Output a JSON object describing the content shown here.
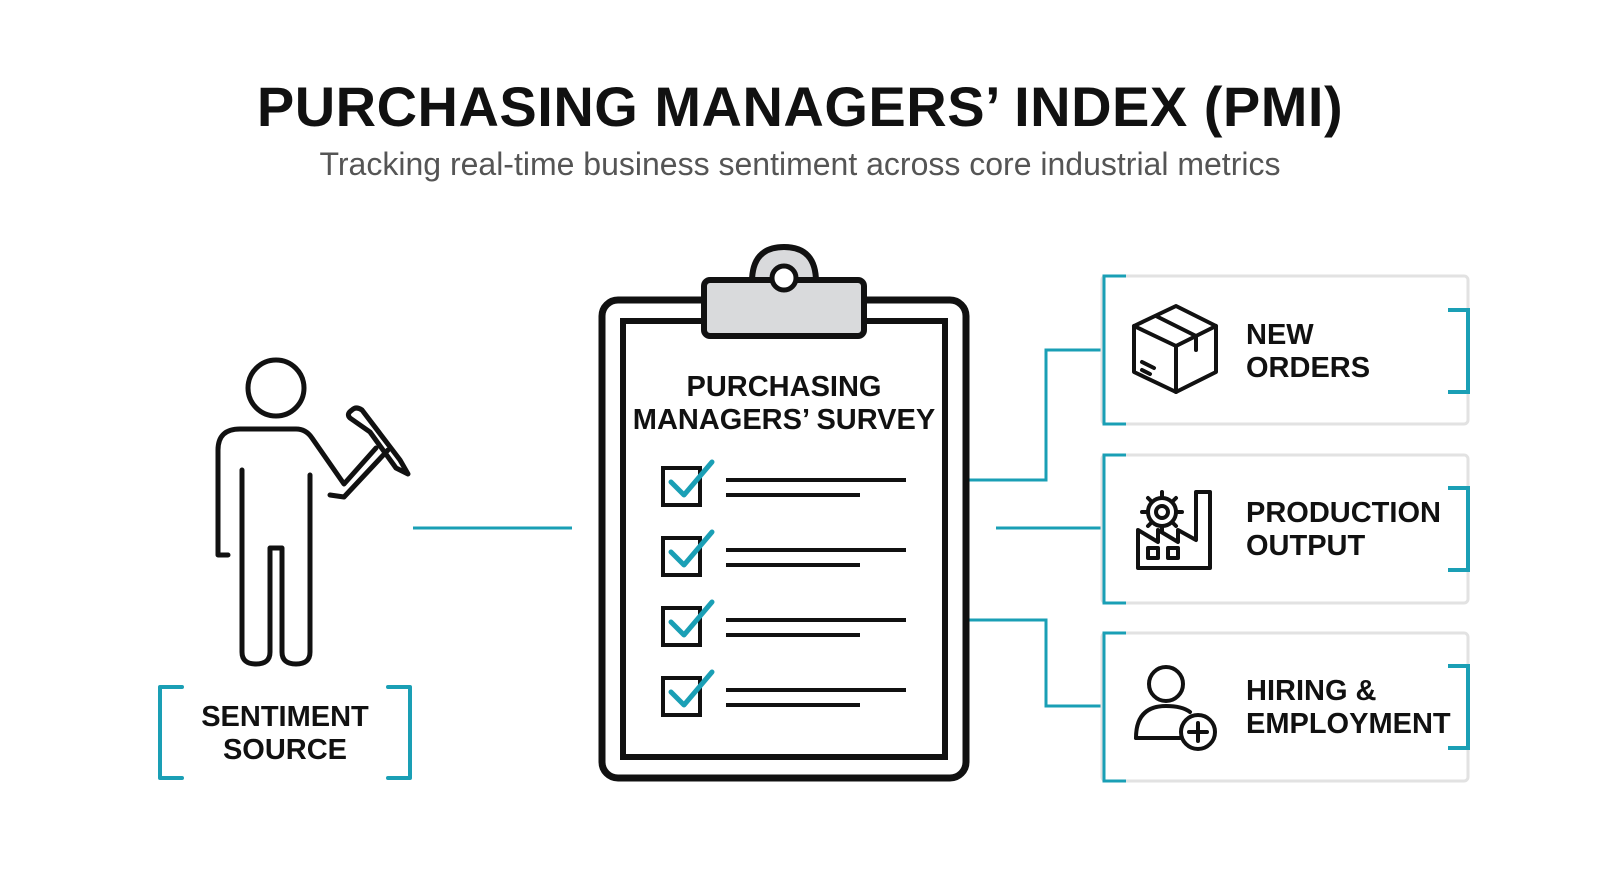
{
  "header": {
    "title": "PURCHASING MANAGERS’ INDEX (PMI)",
    "subtitle": "Tracking real-time business sentiment across core industrial metrics"
  },
  "source": {
    "label_line1": "SENTIMENT",
    "label_line2": "SOURCE",
    "icon": "person-with-pen-icon"
  },
  "survey": {
    "title_line1": "PURCHASING",
    "title_line2": "MANAGERS’ SURVEY",
    "checked_items": 4,
    "icon": "clipboard-icon"
  },
  "metrics": [
    {
      "line1": "NEW",
      "line2": "ORDERS",
      "icon": "box-icon"
    },
    {
      "line1": "PRODUCTION",
      "line2": "OUTPUT",
      "icon": "factory-icon"
    },
    {
      "line1": "HIRING &",
      "line2": "EMPLOYMENT",
      "icon": "add-user-icon"
    }
  ],
  "colors": {
    "accent": "#1a9fb5",
    "ink": "#111111",
    "card_border": "#e2e2e2",
    "clip_fill": "#d9dadc",
    "subtitle": "#555555"
  }
}
